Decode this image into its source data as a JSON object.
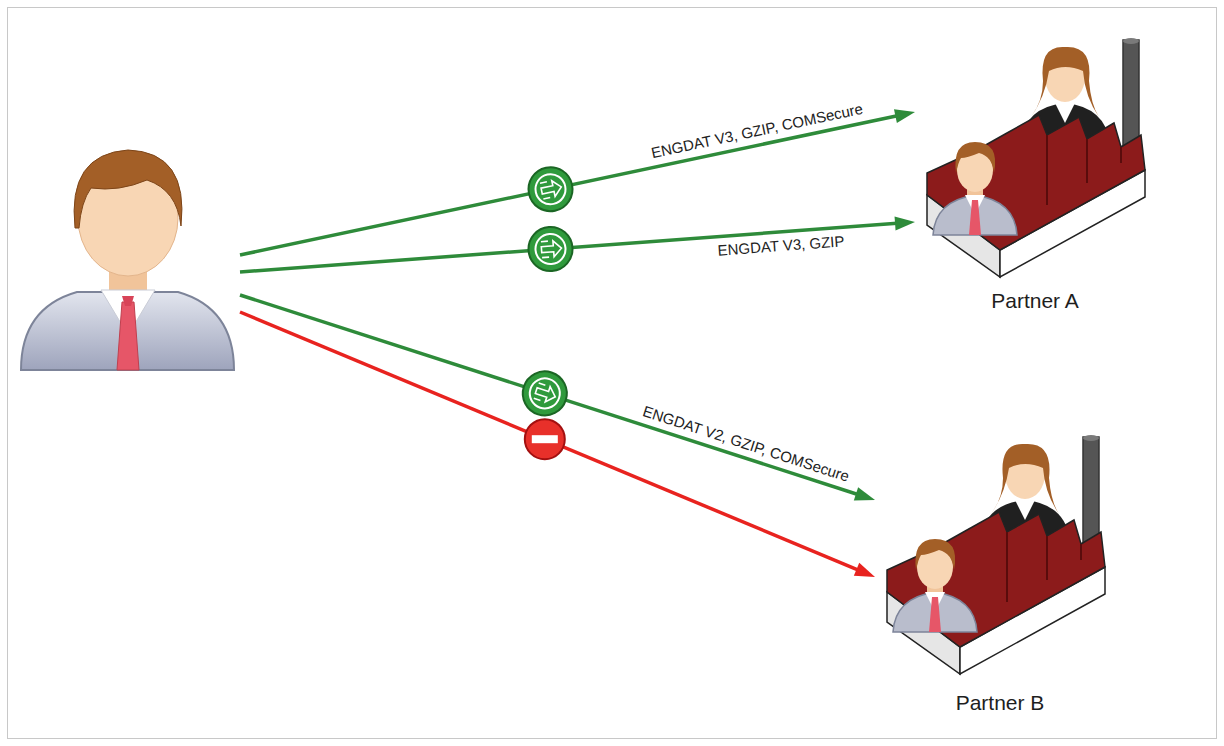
{
  "diagram": {
    "nodes": [
      {
        "text": []
      },
      {
        "text": [
          "Partner A"
        ]
      },
      {
        "text": [
          "Partner B"
        ]
      }
    ],
    "edges": [
      {
        "from": 0,
        "to": 1,
        "arrow": "to",
        "label": "ENGDAT V3, GZIP, COMSecure"
      },
      {
        "from": 0,
        "to": 1,
        "arrow": "to",
        "label": "ENGDAT V3, GZIP"
      },
      {
        "from": 0,
        "to": 2,
        "arrow": "to",
        "label": "ENGDAT V2, GZIP, COMSecure"
      },
      {
        "from": 0,
        "to": 2,
        "arrow": "to"
      }
    ]
  }
}
